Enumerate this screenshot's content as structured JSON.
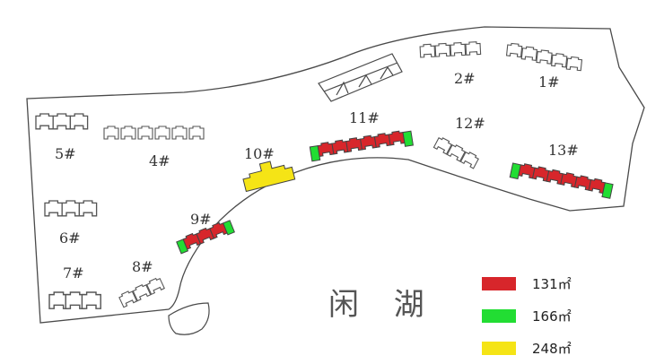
{
  "lake_label": "闲 湖",
  "buildings": [
    {
      "label": "1#"
    },
    {
      "label": "2#"
    },
    {
      "label": "4#"
    },
    {
      "label": "5#"
    },
    {
      "label": "6#"
    },
    {
      "label": "7#"
    },
    {
      "label": "8#"
    },
    {
      "label": "9#"
    },
    {
      "label": "10#"
    },
    {
      "label": "11#"
    },
    {
      "label": "12#"
    },
    {
      "label": "13#"
    }
  ],
  "legend": [
    {
      "label": "131㎡",
      "color": "#d7262b"
    },
    {
      "label": "166㎡",
      "color": "#22dd33"
    },
    {
      "label": "248㎡",
      "color": "#f5e416"
    }
  ],
  "colors": {
    "outline": "#4a4a4a",
    "unit_outline": "#555555"
  }
}
